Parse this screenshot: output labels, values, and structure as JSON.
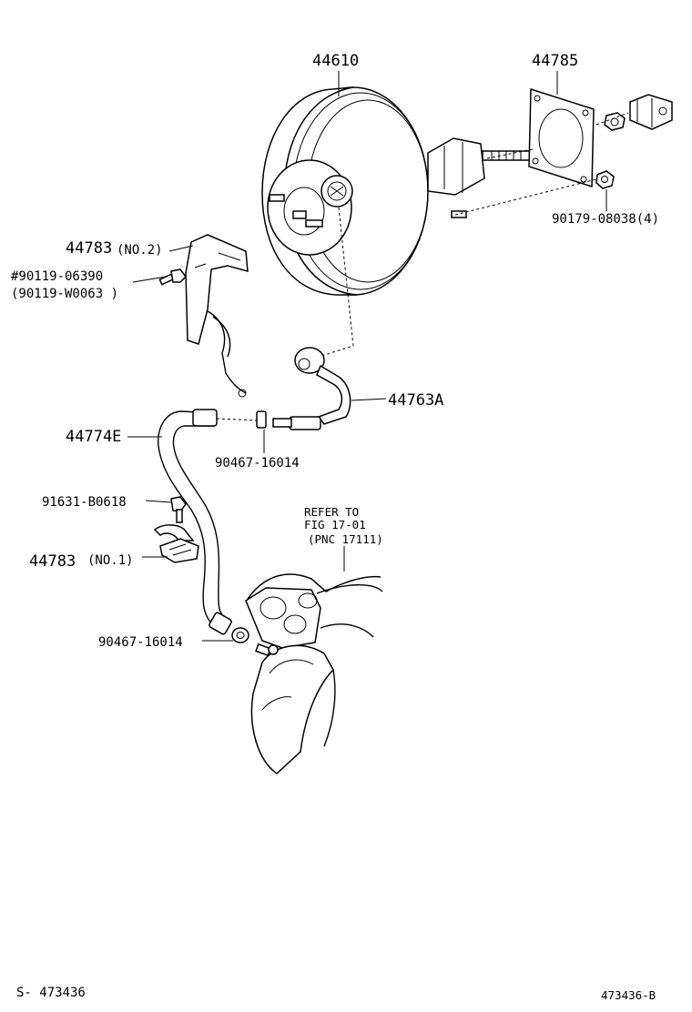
{
  "labels": {
    "booster": "44610",
    "gasket": "44785",
    "nut": "90179-08038(4)",
    "bracket_no2_num": "44783",
    "bracket_no2_tag": "(NO.2)",
    "bolt_a": "#90119-06390",
    "bolt_b": "(90119-W0063 )",
    "check_valve": "44763A",
    "hose": "44774E",
    "clip_upper": "90467-16014",
    "bolt_c": "91631-B0618",
    "bracket_no1_num": "44783",
    "bracket_no1_tag": "(NO.1)",
    "clip_lower": "90467-16014",
    "refer_line1": "REFER TO",
    "refer_line2": "FIG 17-01",
    "refer_line3": "(PNC 17111)",
    "footer_left": "S- 473436",
    "footer_right": "473436-B"
  },
  "colors": {
    "ink": "#000000",
    "paper": "#ffffff"
  }
}
